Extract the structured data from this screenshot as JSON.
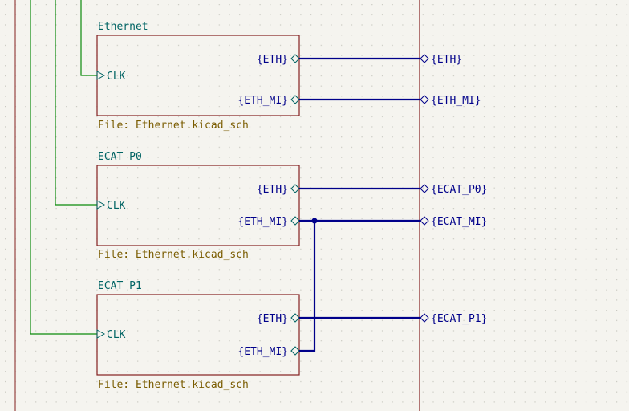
{
  "colors": {
    "background": "#f5f4ef",
    "grid_dot": "#c8c8c0",
    "sheet_border": "#841f1f",
    "sheet_name": "#006464",
    "sheet_file": "#7a5c00",
    "pin_text": "#00008a",
    "bus": "#00008a",
    "wire": "#0b8a0b",
    "hier_label": "#00008a",
    "sheet_divider": "#841f1f"
  },
  "sheets": [
    {
      "id": "ethernet",
      "name": "Ethernet",
      "file": "File: Ethernet.kicad_sch",
      "pins": {
        "clk": "CLK",
        "eth": "{ETH}",
        "eth_mi": "{ETH_MI}"
      }
    },
    {
      "id": "ecat-p0",
      "name": "ECAT P0",
      "file": "File: Ethernet.kicad_sch",
      "pins": {
        "clk": "CLK",
        "eth": "{ETH}",
        "eth_mi": "{ETH_MI}"
      }
    },
    {
      "id": "ecat-p1",
      "name": "ECAT P1",
      "file": "File: Ethernet.kicad_sch",
      "pins": {
        "clk": "CLK",
        "eth": "{ETH}",
        "eth_mi": "{ETH_MI}"
      }
    }
  ],
  "labels": {
    "eth": "{ETH}",
    "eth_mi": "{ETH_MI}",
    "ecat_p0": "{ECAT_P0}",
    "ecat_mi": "{ECAT_MI}",
    "ecat_p1": "{ECAT_P1}"
  }
}
